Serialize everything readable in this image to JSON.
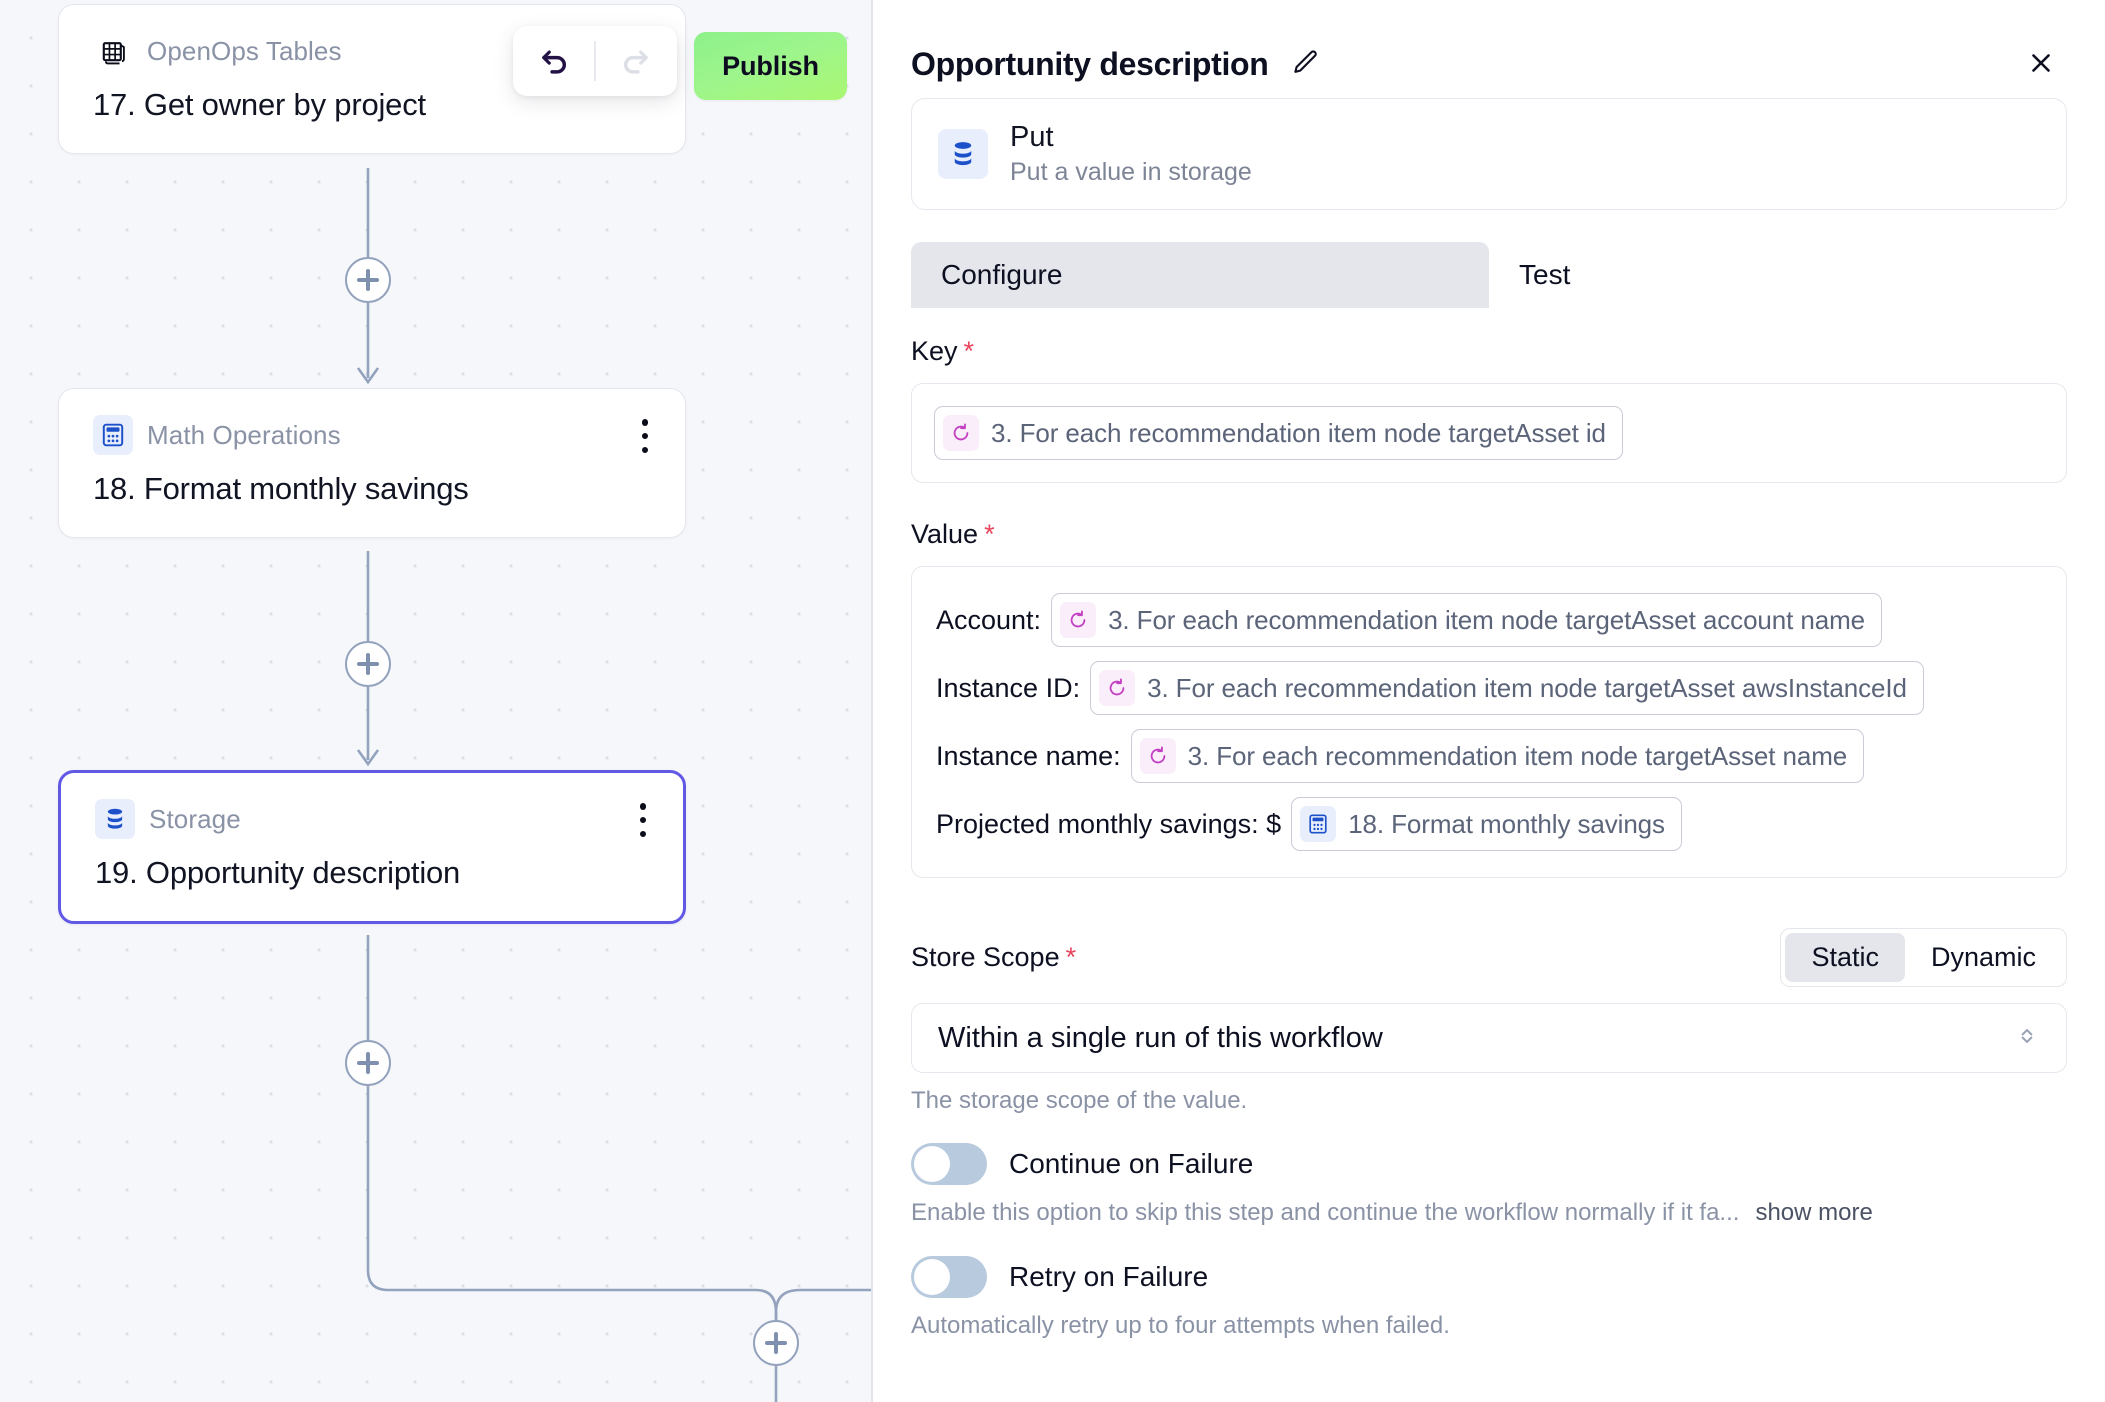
{
  "canvas": {
    "publish_label": "Publish",
    "undo_icon": "undo-icon",
    "redo_icon": "redo-icon",
    "nodes": [
      {
        "id": "node-17",
        "type_label": "OpenOps Tables",
        "title": "17. Get owner by project",
        "icon": "table-stack-icon",
        "selected": false,
        "has_menu": false
      },
      {
        "id": "node-18",
        "type_label": "Math Operations",
        "title": "18. Format monthly savings",
        "icon": "calculator-icon",
        "selected": false,
        "has_menu": true
      },
      {
        "id": "node-19",
        "type_label": "Storage",
        "title": "19. Opportunity description",
        "icon": "database-icon",
        "selected": true,
        "has_menu": true
      }
    ],
    "add_button_label": "+"
  },
  "panel": {
    "title": "Opportunity description",
    "edit_icon": "pencil-icon",
    "close_icon": "close-icon",
    "piece": {
      "name": "Put",
      "description": "Put a value in storage",
      "icon": "database-icon"
    },
    "tabs": [
      {
        "label": "Configure",
        "active": true
      },
      {
        "label": "Test",
        "active": false
      }
    ],
    "key_field": {
      "label": "Key",
      "required_mark": "*",
      "chip": {
        "text": "3. For each recommendation item node targetAsset id",
        "badge_icon": "loop-icon"
      }
    },
    "value_field": {
      "label": "Value",
      "required_mark": "*",
      "rows": [
        {
          "prefix": "Account:",
          "chip_text": "3. For each recommendation item node targetAsset account name",
          "badge_icon": "loop-icon",
          "badge_kind": "loop"
        },
        {
          "prefix": "Instance ID:",
          "chip_text": "3. For each recommendation item node targetAsset awsInstanceId",
          "badge_icon": "loop-icon",
          "badge_kind": "loop"
        },
        {
          "prefix": "Instance name:",
          "chip_text": "3. For each recommendation item node targetAsset name",
          "badge_icon": "loop-icon",
          "badge_kind": "loop"
        },
        {
          "prefix": "Projected monthly savings: $",
          "chip_text": "18. Format monthly savings",
          "badge_icon": "calculator-icon",
          "badge_kind": "math"
        }
      ]
    },
    "store_scope": {
      "label": "Store Scope",
      "required_mark": "*",
      "mode_options": [
        {
          "label": "Static",
          "active": true
        },
        {
          "label": "Dynamic",
          "active": false
        }
      ],
      "selected_value": "Within a single run of this workflow",
      "caret_icon": "chevron-updown-icon",
      "helper_text": "The storage scope of the value."
    },
    "continue_on_failure": {
      "label": "Continue on Failure",
      "enabled": false,
      "description": "Enable this option to skip this step and continue the workflow normally if it fa...",
      "show_more_label": "show more"
    },
    "retry_on_failure": {
      "label": "Retry on Failure",
      "enabled": false,
      "description": "Automatically retry up to four attempts when failed."
    }
  },
  "colors": {
    "accent_selected": "#6159e6",
    "publish_green_start": "#8df08a",
    "publish_green_end": "#a9f771",
    "required_red": "#e8455c",
    "canvas_bg": "#f6f7fb",
    "connector": "#93a2bd",
    "piece_icon_blue": "#1c51c9",
    "loop_chip_purple": "#c341c3"
  }
}
